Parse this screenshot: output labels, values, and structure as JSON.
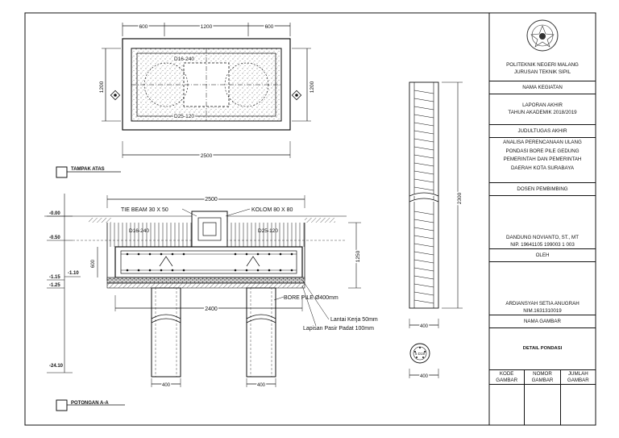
{
  "plan_view": {
    "dims_top": [
      "600",
      "1200",
      "600"
    ],
    "dim_left": "1200",
    "dim_right": "1200",
    "dim_bottom": "2500",
    "rebar_top": "D16-240",
    "rebar_bottom": "D25-120",
    "title": "TAMPAK ATAS"
  },
  "section_view": {
    "dim_top": "2500",
    "tie_beam": "TIE BEAM 30 X 50",
    "column": "KOLOM 80 X 80",
    "rebar_left": "D16-240",
    "rebar_right": "D25-120",
    "dim_height_inner": "600",
    "dim_height_right": "1250",
    "dim_bottom": "2400",
    "bore_pile": "BORE PILE Ø400mm",
    "lantai_kerja": "Lantai Kerja 50mm",
    "lapisan_pasir": "Lapisan Pasir Padat 100mm",
    "pile_width_left": "400",
    "pile_width_right": "400",
    "levels": [
      "-0.00",
      "-0.50",
      "-1.10",
      "-1.15",
      "-1.25",
      "-24.10"
    ],
    "title": "POTONGAN A-A"
  },
  "pile_detail": {
    "length": "2300",
    "width_top": "400",
    "width_bottom": "400",
    "section_label": "5 D19"
  },
  "title_block": {
    "institution_1": "POLITEKNIK NEGERI MALANG",
    "institution_2": "JURUSAN TEKNIK SIPIL",
    "nama_kegiatan_label": "NAMA KEGIATAN",
    "kegiatan_1": "LAPORAN AKHIR",
    "kegiatan_2": "TAHUN AKADEMIK 2018/2019",
    "judul_label": "JUDULTUGAS AKHIR",
    "judul_1": "ANALISA PERENCANAAN ULANG",
    "judul_2": "PONDASI BORE PILE GEDUNG",
    "judul_3": "PEMERINTAH DAN PEMERINTAH",
    "judul_4": "DAERAH KOTA SURABAYA",
    "dosen_label": "DOSEN PEMBIMBING",
    "dosen_name": "DANDUNG NOVIANTO, ST., MT",
    "dosen_nip": "NIP.  19641105 199003 1 003",
    "oleh_label": "OLEH",
    "author_name": "ARDIANSYAH SETIA ANUGRAH",
    "author_nim": "NIM.1631310019",
    "nama_gambar_label": "NAMA GAMBAR",
    "nama_gambar": "DETAIL PONDASI",
    "kode_label_1": "KODE",
    "kode_label_2": "GAMBAR",
    "nomor_label_1": "NOMOR",
    "nomor_label_2": "GAMBAR",
    "jumlah_label_1": "JUMLAH",
    "jumlah_label_2": "GAMBAR"
  }
}
